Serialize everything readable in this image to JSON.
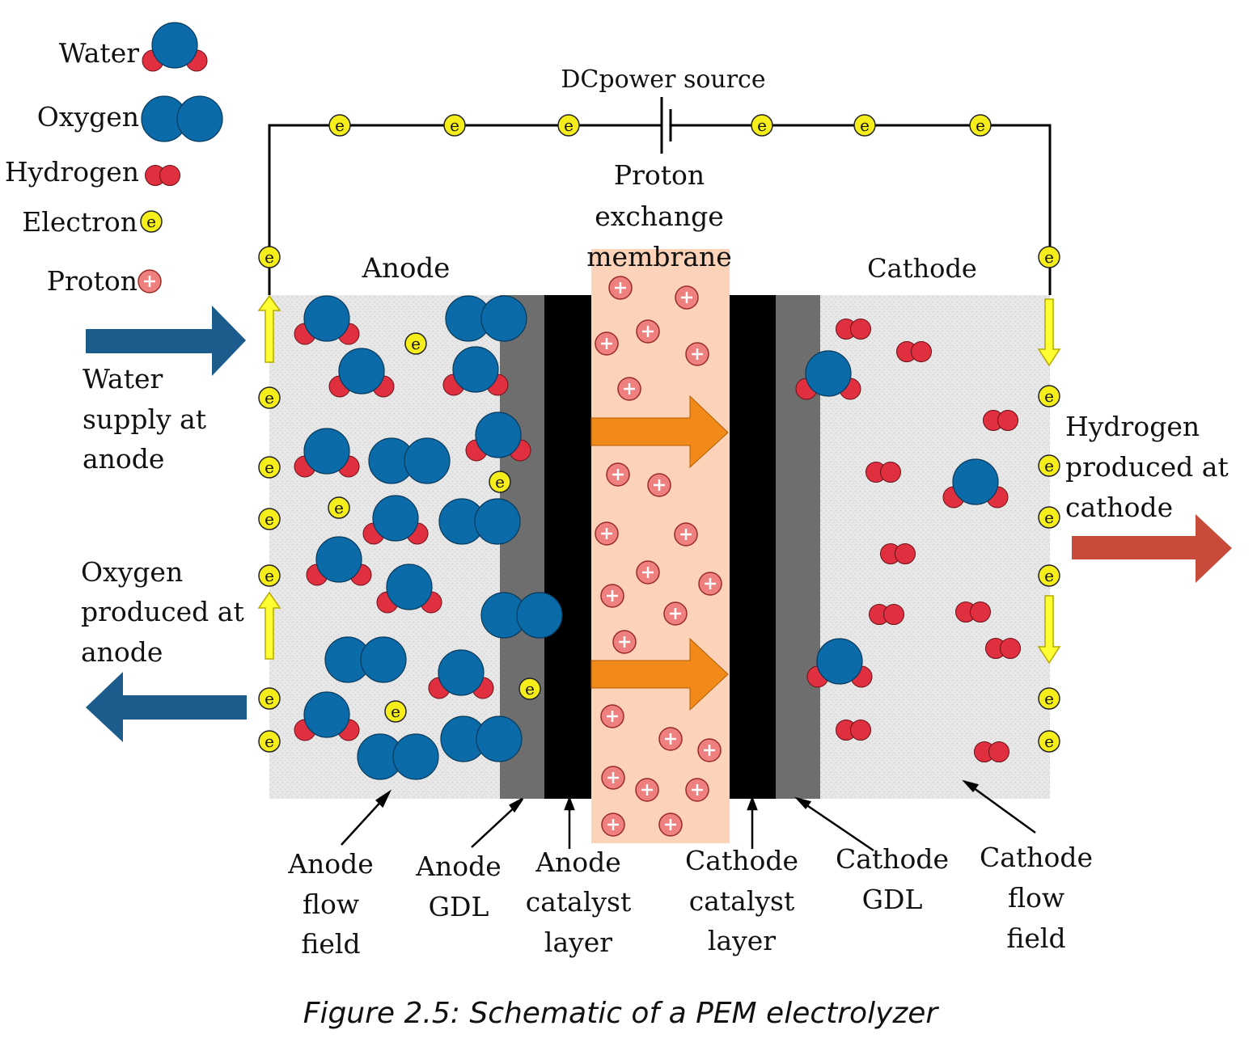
{
  "legend": {
    "water": "Water",
    "oxygen": "Oxygen",
    "hydrogen": "Hydrogen",
    "electron": "Electron",
    "proton": "Proton"
  },
  "circuit": {
    "power_source": "DCpower source"
  },
  "regions": {
    "membrane": [
      "Proton",
      "exchange",
      "membrane"
    ],
    "anode": "Anode",
    "cathode": "Cathode"
  },
  "flows": {
    "water_supply": [
      "Water",
      "supply at",
      "anode"
    ],
    "oxygen_out": [
      "Oxygen",
      "produced at",
      "anode"
    ],
    "hydrogen_out": [
      "Hydrogen",
      "produced at",
      "cathode"
    ]
  },
  "layers": {
    "anode_flow_field": [
      "Anode",
      "flow",
      "field"
    ],
    "anode_gdl": [
      "Anode",
      "GDL"
    ],
    "anode_catalyst": [
      "Anode",
      "catalyst",
      "layer"
    ],
    "cathode_catalyst": [
      "Cathode",
      "catalyst",
      "layer"
    ],
    "cathode_gdl": [
      "Cathode",
      "GDL"
    ],
    "cathode_flow_field": [
      "Cathode",
      "flow",
      "field"
    ]
  },
  "symbols": {
    "electron": "e",
    "proton": "+"
  },
  "caption": "Figure 2.5: Schematic of a PEM electrolyzer",
  "colors": {
    "oxygen_atom": "#0b6aa8",
    "hydrogen_atom": "#e03040",
    "electron_fill": "#f5ee1a",
    "proton_fill": "#ee8080",
    "membrane_fill": "#fcd2b8",
    "gdl_fill": "#6e6e6e",
    "catalyst_fill": "#000000",
    "flow_field_fill": "#e6e6e6",
    "supply_arrow": "#1b5c8c",
    "hydrogen_arrow": "#c84a3a",
    "proton_arrow": "#f28a1a",
    "electron_arrow": "#ffff33"
  }
}
